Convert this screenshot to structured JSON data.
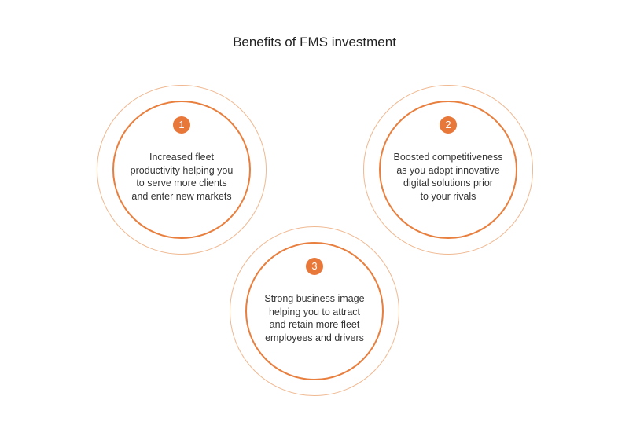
{
  "title": "Benefits of FMS investment",
  "benefits": [
    {
      "number": "1",
      "lines": [
        "Increased fleet",
        "productivity helping you",
        "to serve more clients",
        "and enter new markets"
      ]
    },
    {
      "number": "2",
      "lines": [
        "Boosted competitiveness",
        "as you adopt innovative",
        "digital solutions prior",
        "to your rivals"
      ]
    },
    {
      "number": "3",
      "lines": [
        "Strong business image",
        "helping you to attract",
        "and retain more fleet",
        "employees and drivers"
      ]
    }
  ],
  "colors": {
    "accent": "#e8773a",
    "outer_ring": "#efb890"
  }
}
